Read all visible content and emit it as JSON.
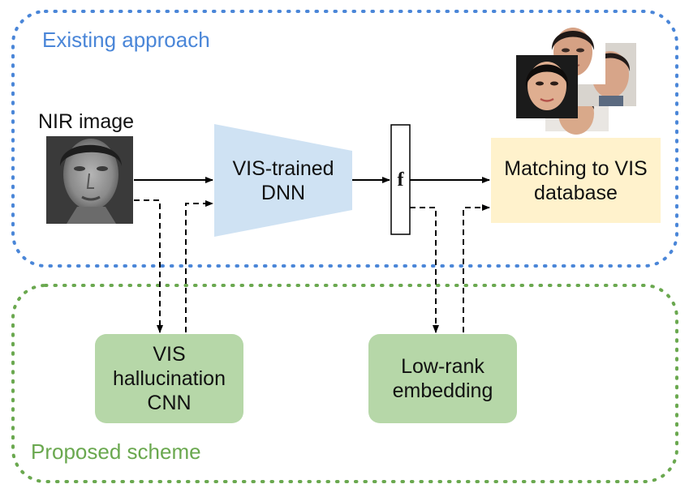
{
  "regions": {
    "existing": {
      "title": "Existing approach",
      "color": "#4a86d8"
    },
    "proposed": {
      "title": "Proposed scheme",
      "color": "#6aa84f"
    }
  },
  "input": {
    "label": "NIR image"
  },
  "nodes": {
    "dnn": {
      "label": "VIS-trained\nDNN",
      "color": "#cfe2f3"
    },
    "feature": {
      "label": "f"
    },
    "matching": {
      "label": "Matching to VIS\ndatabase",
      "color": "#fff2cc"
    },
    "hallucination": {
      "label": "VIS\nhallucination\nCNN",
      "color": "#b6d7a8"
    },
    "lowrank": {
      "label": "Low-rank\nembedding",
      "color": "#b6d7a8"
    }
  },
  "icons": {
    "nir_face": "grayscale-face-photo",
    "vis_faces": "color-face-photo-stack"
  }
}
